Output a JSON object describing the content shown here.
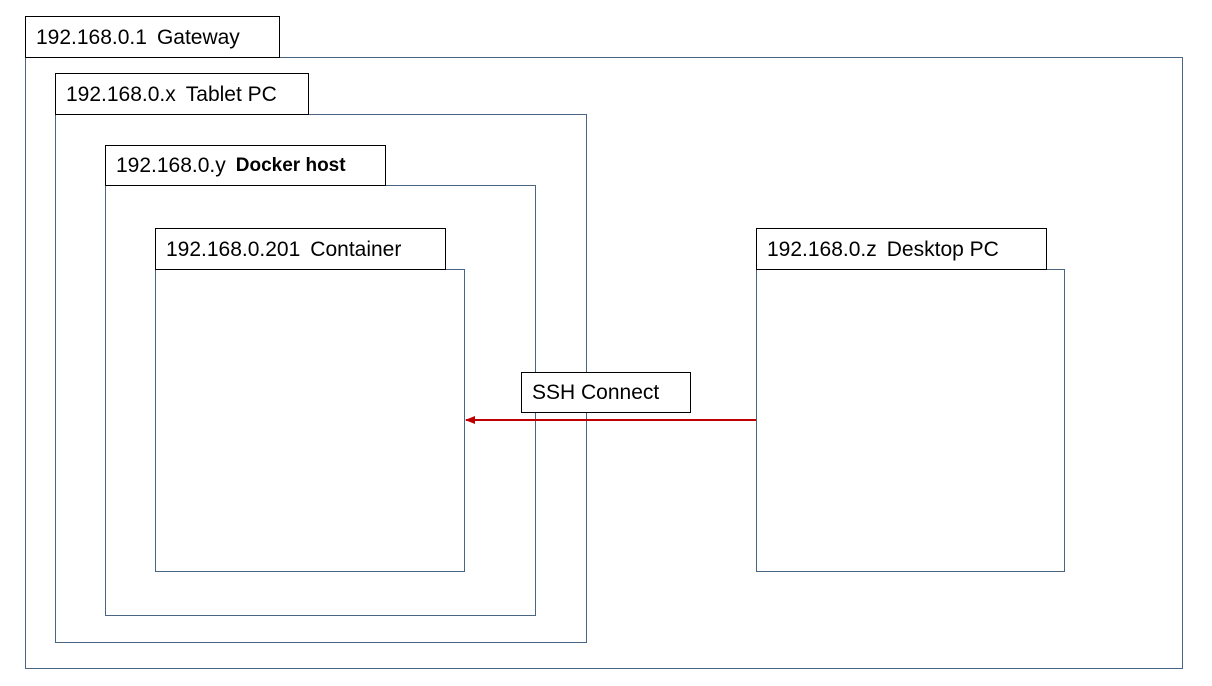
{
  "gateway": {
    "ip": "192.168.0.1",
    "name": "Gateway"
  },
  "tablet": {
    "ip": "192.168.0.x",
    "name": "Tablet PC"
  },
  "docker": {
    "ip": "192.168.0.y",
    "name": "Docker host"
  },
  "container": {
    "ip": "192.168.0.201",
    "name": "Container"
  },
  "desktop": {
    "ip": "192.168.0.z",
    "name": "Desktop PC"
  },
  "connection": {
    "label": "SSH Connect",
    "color": "#c00000"
  },
  "colors": {
    "zone_border": "#4a6484",
    "label_border": "#000000"
  }
}
